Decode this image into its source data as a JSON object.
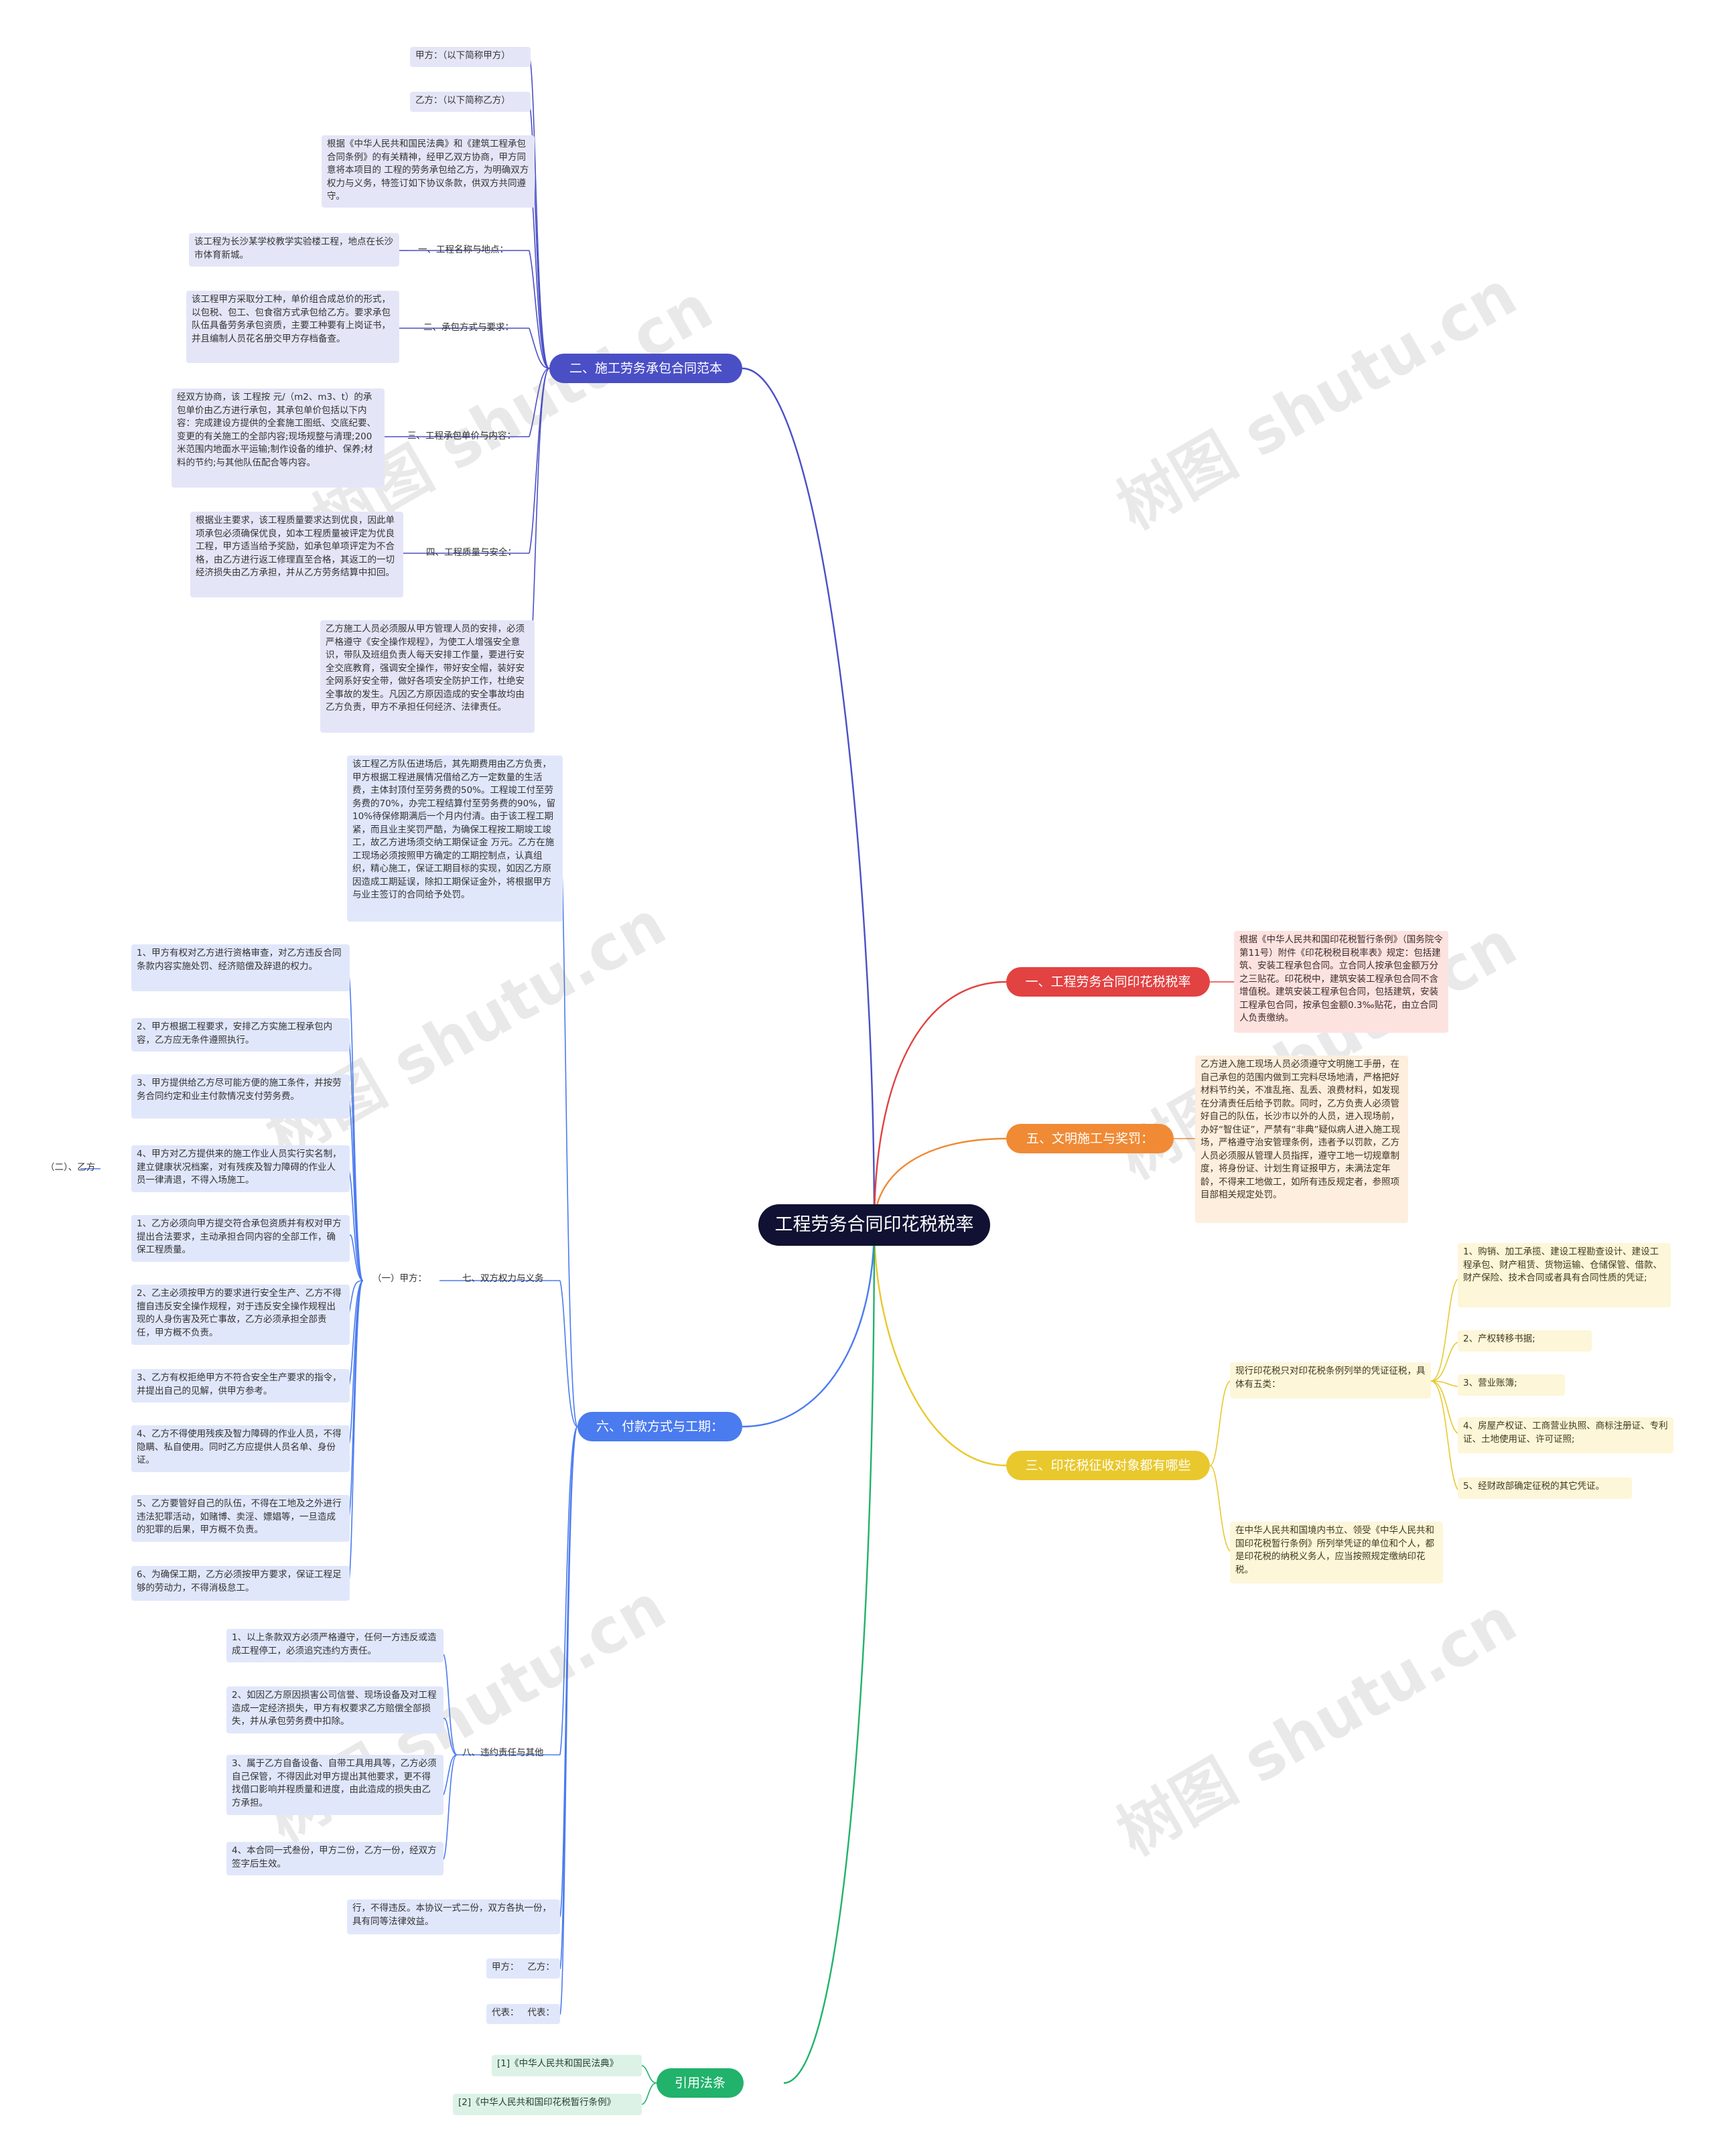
{
  "root": "工程劳务合同印花税税率",
  "watermark": "树图 shutu.cn",
  "colors": {
    "root": "#111133",
    "b2": "#4a4fc6",
    "b6": "#4a7bef",
    "b1": "#e24242",
    "b5": "#f08a35",
    "b3": "#e9c82d",
    "bref": "#21b26b"
  },
  "b2": {
    "label": "二、施工劳务承包合同范本",
    "leaf1": "甲方：（以下简称甲方）",
    "leaf2": "乙方：（以下简称乙方）",
    "leaf3": "根据《中华人民共和国民法典》和《建筑工程承包合同条例》的有关精神，经甲乙双方协商，甲方同意将本项目的 工程的劳务承包给乙方，为明确双方权力与义务，特签订如下协议条款，供双方共同遵守。",
    "s1": "一、工程名称与地点：",
    "s1c": "该工程为长沙某学校教学实验楼工程，地点在长沙市体育新城。",
    "s2": "二、承包方式与要求：",
    "s2c": "该工程甲方采取分工种，单价组合成总价的形式，以包税、包工、包食宿方式承包给乙方。要求承包队伍具备劳务承包资质，主要工种要有上岗证书，并且编制人员花名册交甲方存档备查。",
    "s3": "三、工程承包单价与内容：",
    "s3c": "经双方协商，该 工程按 元/（m2、m3、t）的承包单价由乙方进行承包，其承包单价包括以下内容：完成建设方提供的全套施工图纸、交底纪要、变更的有关施工的全部内容;现场规整与清理;200米范围内地面水平运输;制作设备的维护、保养;材料的节约;与其他队伍配合等内容。",
    "s4": "四、工程质量与安全：",
    "s4c": "根据业主要求，该工程质量要求达到优良，因此单项承包必须确保优良，如本工程质量被评定为优良工程，甲方适当给予奖励，如承包单项评定为不合格，由乙方进行返工修理直至合格，其返工的一切经济损失由乙方承担，并从乙方劳务结算中扣回。",
    "leaf4": "乙方施工人员必须服从甲方管理人员的安排，必须严格遵守《安全操作规程》，为使工人增强安全意识，带队及班组负责人每天安排工作量，要进行安全交底教育，强调安全操作，带好安全帽，装好安全网系好安全带，做好各项安全防护工作，杜绝安全事故的发生。凡因乙方原因造成的安全事故均由乙方负责，甲方不承担任何经济、法律责任。"
  },
  "b6": {
    "label": "六、付款方式与工期：",
    "pay": "该工程乙方队伍进场后，其先期费用由乙方负责，甲方根据工程进展情况借给乙方一定数量的生活费，主体封顶付至劳务费的50%。工程竣工付至劳务费的70%，办完工程结算付至劳务费的90%，留10%待保修期满后一个月内付清。由于该工程工期紧，而且业主奖罚严酷，为确保工程按工期竣工竣工，故乙方进场须交纳工期保证金 万元。乙方在施工现场必须按照甲方确定的工期控制点，认真组织，精心施工，保证工期目标的实现，如因乙方原因造成工期延误，除扣工期保证金外，将根据甲方与业主签订的合同给予处罚。",
    "s7": "七、双方权力与义务",
    "s7a": "（一）甲方：",
    "a1": "1、甲方有权对乙方进行资格审查，对乙方违反合同条款内容实施处罚、经济赔偿及辞退的权力。",
    "a2": "2、甲方根据工程要求，安排乙方实施工程承包内容，乙方应无条件遵照执行。",
    "a3": "3、甲方提供给乙方尽可能方便的施工条件，并按劳务合同约定和业主付款情况支付劳务费。",
    "a4": "4、甲方对乙方提供来的施工作业人员实行实名制，建立健康状况档案，对有残疾及智力障碍的作业人员一律清退，不得入场施工。",
    "s7b": "（二）、乙方",
    "b1": "1、乙方必须向甲方提交符合承包资质并有权对甲方提出合法要求，主动承担合同内容的全部工作，确保工程质量。",
    "b2": "2、乙主必须按甲方的要求进行安全生产、乙方不得擅自违反安全操作规程，对于违反安全操作规程出现的人身伤害及死亡事故，乙方必须承担全部责任，甲方概不负责。",
    "b3": "3、乙方有权拒绝甲方不符合安全生产要求的指令，并提出自己的见解，供甲方参考。",
    "b4": "4、乙方不得使用残疾及智力障碍的作业人员，不得隐瞒、私自使用。同时乙方应提供人员名单、身份证。",
    "b5": "5、乙方要管好自己的队伍，不得在工地及之外进行违法犯罪活动，如赌博、卖淫、嫖娼等，一旦造成的犯罪的后果，甲方概不负责。",
    "b6": "6、为确保工期，乙方必须按甲方要求，保证工程足够的劳动力，不得消极怠工。",
    "s8": "八、违约责任与其他",
    "c1": "1、以上条款双方必须严格遵守，任何一方违反或造成工程停工，必须追究违约方责任。",
    "c2": "2、如因乙方原因损害公司信誉、现场设备及对工程造成一定经济损失，甲方有权要求乙方赔偿全部损失，并从承包劳务费中扣除。",
    "c3": "3、属于乙方自备设备、自带工具用具等，乙方必须自己保管，不得因此对甲方提出其他要求，更不得找借口影响并程质量和进度，由此造成的损失由乙方承担。",
    "c4": "4、本合同一式叁份，甲方二份，乙方一份，经双方签字后生效。",
    "tail1": "行，不得违反。本协议一式二份，双方各执一份，具有同等法律效益。",
    "tail2": "甲方：   乙方：",
    "tail3": "代表：   代表："
  },
  "b1": {
    "label": "一、工程劳务合同印花税税率",
    "text": "根据《中华人民共和国印花税暂行条例》（国务院令第11号）附件《印花税税目税率表》规定：包括建筑、安装工程承包合同。立合同人按承包金额万分之三贴花。印花税中，建筑安装工程承包合同不含增值税。建筑安装工程承包合同，包括建筑，安装工程承包合同，按承包金额0.3‰贴花，由立合同人负责缴纳。"
  },
  "b5": {
    "label": "五、文明施工与奖罚：",
    "text": "乙方进入施工现场人员必须遵守文明施工手册，在自己承包的范围内做到工完料尽场地清，严格把好材料节约关，不准乱拖、乱丢、浪费材料，如发现在分清责任后给予罚款。同时，乙方负责人必须管好自己的队伍，长沙市以外的人员，进入现场前，办好“智住证”，严禁有“非典”疑似病人进入施工现场，严格遵守治安管理条例，违者予以罚款，乙方人员必须服从管理人员指挥，遵守工地一切规章制度，将身份证、计划生育证报甲方，未满法定年龄，不得来工地做工，如所有违反规定者，参照项目部相关规定处罚。"
  },
  "b3": {
    "label": "三、印花税征收对象都有哪些",
    "intro": "现行印花税只对印花税条例列举的凭证征税，具体有五类：",
    "i1": "1、购销、加工承揽、建设工程勘查设计、建设工程承包、财产租赁、货物运输、仓储保管、借款、财产保险、技术合同或者具有合同性质的凭证;",
    "i2": "2、产权转移书据;",
    "i3": "3、营业账簿;",
    "i4": "4、房屋产权证、工商营业执照、商标注册证、专利证、土地使用证、许可证照;",
    "i5": "5、经财政部确定征税的其它凭证。",
    "note": "在中华人民共和国境内书立、领受《中华人民共和国印花税暂行条例》所列举凭证的单位和个人，都是印花税的纳税义务人，应当按照规定缴纳印花税。"
  },
  "bref": {
    "label": "引用法条",
    "r1": "[1]《中华人民共和国民法典》",
    "r2": "[2]《中华人民共和国印花税暂行条例》"
  }
}
